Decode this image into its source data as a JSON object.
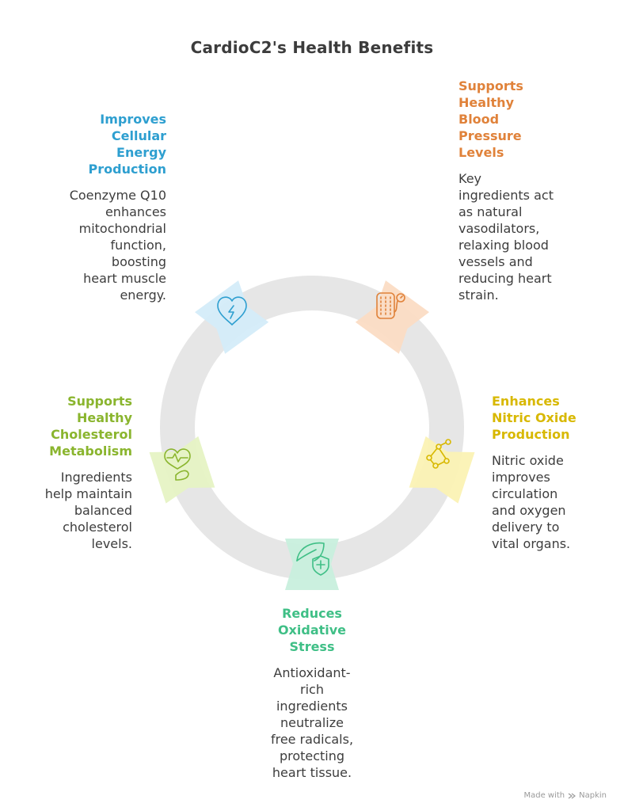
{
  "title": "CardioC2's Health Benefits",
  "colors": {
    "ring": "#e6e6e6",
    "blue": "#2e9fd0",
    "blue_bg": "#d4ecf9",
    "orange": "#e0823a",
    "orange_bg": "#fbdcc4",
    "yellow": "#d8b800",
    "yellow_bg": "#fbf2b4",
    "teal": "#3fbf86",
    "teal_bg": "#c8efdd",
    "green": "#8ab52e",
    "green_bg": "#e6f3c4"
  },
  "benefits": [
    {
      "key": "energy",
      "icon": "heart-bolt-icon",
      "heading": [
        "Improves",
        "Cellular",
        "Energy",
        "Production"
      ],
      "description": [
        "Coenzyme Q10",
        "enhances",
        "mitochondrial",
        "function,",
        "boosting",
        "heart muscle",
        "energy."
      ]
    },
    {
      "key": "pressure",
      "icon": "blood-pressure-cuff-icon",
      "heading": [
        "Supports",
        "Healthy",
        "Blood",
        "Pressure",
        "Levels"
      ],
      "description": [
        "Key",
        "ingredients act",
        "as natural",
        "vasodilators,",
        "relaxing blood",
        "vessels and",
        "reducing heart",
        "strain."
      ]
    },
    {
      "key": "nitric",
      "icon": "molecule-icon",
      "heading": [
        "Enhances",
        "Nitric Oxide",
        "Production"
      ],
      "description": [
        "Nitric oxide",
        "improves",
        "circulation",
        "and oxygen",
        "delivery to",
        "vital organs."
      ]
    },
    {
      "key": "oxidative",
      "icon": "leaf-shield-icon",
      "heading": [
        "Reduces",
        "Oxidative",
        "Stress"
      ],
      "description": [
        "Antioxidant-",
        "rich",
        "ingredients",
        "neutralize",
        "free radicals,",
        "protecting",
        "heart tissue."
      ]
    },
    {
      "key": "cholesterol",
      "icon": "heart-pulse-arm-icon",
      "heading": [
        "Supports",
        "Healthy",
        "Cholesterol",
        "Metabolism"
      ],
      "description": [
        "Ingredients",
        "help maintain",
        "balanced",
        "cholesterol",
        "levels."
      ]
    }
  ],
  "footer": {
    "made_with": "Made with",
    "brand": "Napkin"
  }
}
